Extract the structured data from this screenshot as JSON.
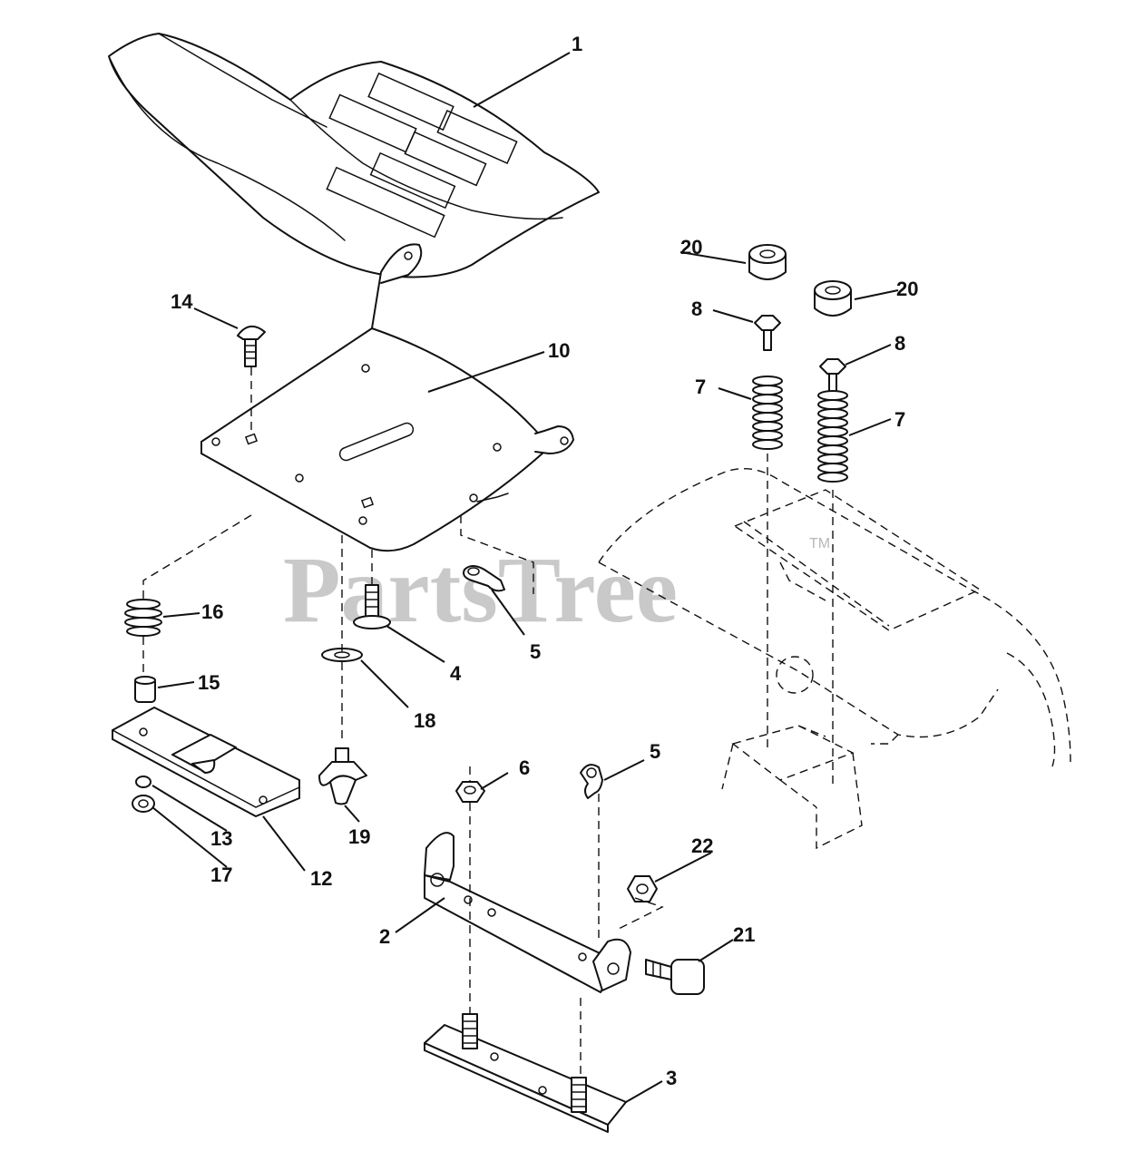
{
  "watermark": {
    "text": "PartsTree",
    "trademark": "TM"
  },
  "callouts": [
    {
      "id": "callout-1",
      "label": "1"
    },
    {
      "id": "callout-2",
      "label": "2"
    },
    {
      "id": "callout-3",
      "label": "3"
    },
    {
      "id": "callout-4",
      "label": "4"
    },
    {
      "id": "callout-5a",
      "label": "5"
    },
    {
      "id": "callout-5b",
      "label": "5"
    },
    {
      "id": "callout-6",
      "label": "6"
    },
    {
      "id": "callout-7a",
      "label": "7"
    },
    {
      "id": "callout-7b",
      "label": "7"
    },
    {
      "id": "callout-8a",
      "label": "8"
    },
    {
      "id": "callout-8b",
      "label": "8"
    },
    {
      "id": "callout-10",
      "label": "10"
    },
    {
      "id": "callout-12",
      "label": "12"
    },
    {
      "id": "callout-13",
      "label": "13"
    },
    {
      "id": "callout-14",
      "label": "14"
    },
    {
      "id": "callout-15",
      "label": "15"
    },
    {
      "id": "callout-16",
      "label": "16"
    },
    {
      "id": "callout-17",
      "label": "17"
    },
    {
      "id": "callout-18",
      "label": "18"
    },
    {
      "id": "callout-19",
      "label": "19"
    },
    {
      "id": "callout-20a",
      "label": "20"
    },
    {
      "id": "callout-20b",
      "label": "20"
    },
    {
      "id": "callout-21",
      "label": "21"
    },
    {
      "id": "callout-22",
      "label": "22"
    }
  ]
}
